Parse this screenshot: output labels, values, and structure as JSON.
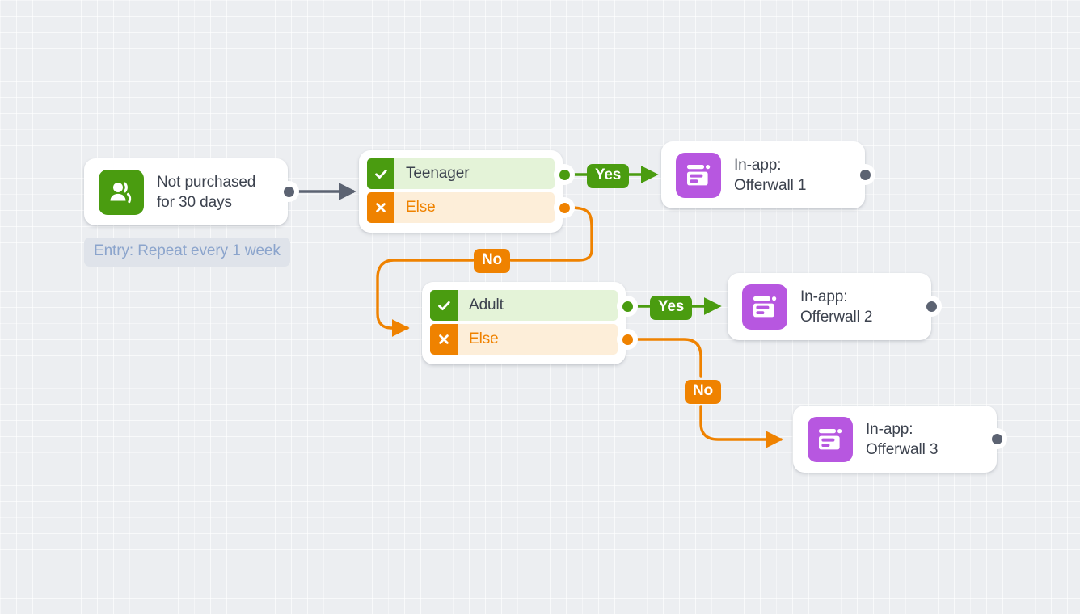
{
  "canvas": {
    "background_color": "#eceef1",
    "grid": "dotted-grid"
  },
  "colors": {
    "green": "#4a9c10",
    "green_light": "#e4f3d8",
    "orange": "#ef8200",
    "orange_light": "#fdeed9",
    "purple": "#b757e0",
    "text_dark": "#3c424e",
    "port_gray": "#5c6372",
    "entry_pill_bg": "#dfe3ea",
    "entry_pill_text": "#8ba4cc"
  },
  "nodes": {
    "trigger": {
      "title": "Not purchased\nfor 30 days",
      "icon": "users-icon",
      "icon_color": "#4a9c10"
    },
    "condition_1": {
      "rows": [
        {
          "label": "Teenager",
          "state": "yes",
          "icon": "check-icon"
        },
        {
          "label": "Else",
          "state": "no",
          "icon": "cross-icon"
        }
      ]
    },
    "condition_2": {
      "rows": [
        {
          "label": "Adult",
          "state": "yes",
          "icon": "check-icon"
        },
        {
          "label": "Else",
          "state": "no",
          "icon": "cross-icon"
        }
      ]
    },
    "action_1": {
      "title": "In-app:\nOfferwall 1",
      "icon": "in-app-message-icon",
      "icon_color": "#b757e0"
    },
    "action_2": {
      "title": "In-app:\nOfferwall 2",
      "icon": "in-app-message-icon",
      "icon_color": "#b757e0"
    },
    "action_3": {
      "title": "In-app:\nOfferwall 3",
      "icon": "in-app-message-icon",
      "icon_color": "#b757e0"
    }
  },
  "edge_labels": {
    "yes_1": "Yes",
    "no_1": "No",
    "yes_2": "Yes",
    "no_2": "No"
  },
  "entry": {
    "label": "Entry: Repeat every 1 week"
  }
}
